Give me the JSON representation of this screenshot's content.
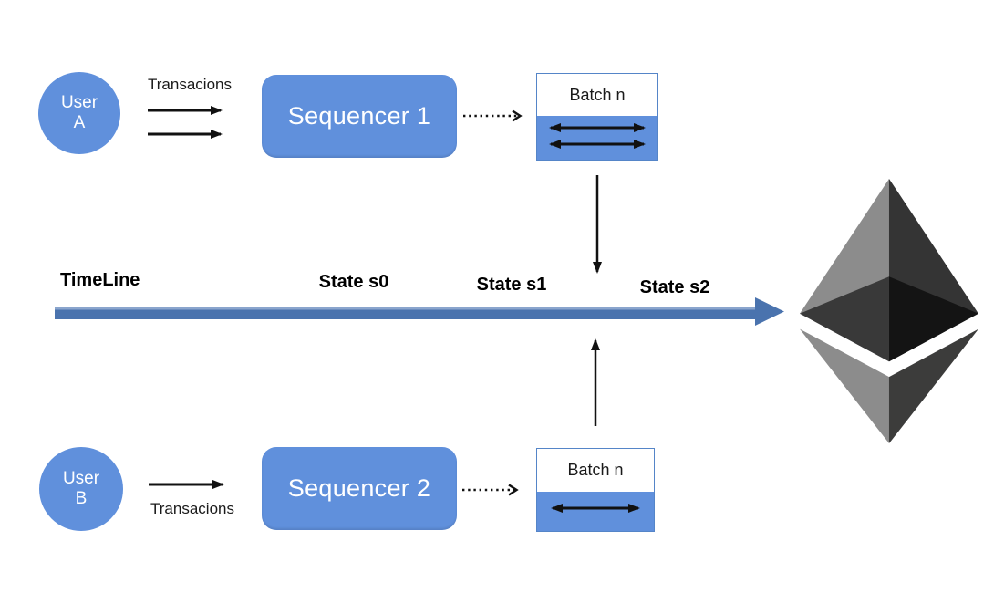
{
  "colors": {
    "node_blue": "#6090DC",
    "node_border": "#5585C8",
    "timeline_blue": "#4A73AE",
    "timeline_highlight": "#8AA5CD",
    "arrow_black": "#111111",
    "eth_top_left": "#8C8C8C",
    "eth_top_right": "#343434",
    "eth_inner_left": "#393939",
    "eth_inner_right": "#141414",
    "eth_bottom_left": "#8C8C8C",
    "eth_bottom_right": "#3C3C3B"
  },
  "users": {
    "a": {
      "line1": "User",
      "line2": "A",
      "arrow_label": "Transacions"
    },
    "b": {
      "line1": "User",
      "line2": "B",
      "arrow_label": "Transacions"
    }
  },
  "sequencers": {
    "s1": "Sequencer 1",
    "s2": "Sequencer 2"
  },
  "batches": {
    "top": "Batch n",
    "bottom": "Batch n"
  },
  "timeline": {
    "title": "TimeLine",
    "state0": "State s0",
    "state1": "State s1",
    "state2": "State s2"
  },
  "icons": {
    "ethereum": "ethereum-logo"
  }
}
